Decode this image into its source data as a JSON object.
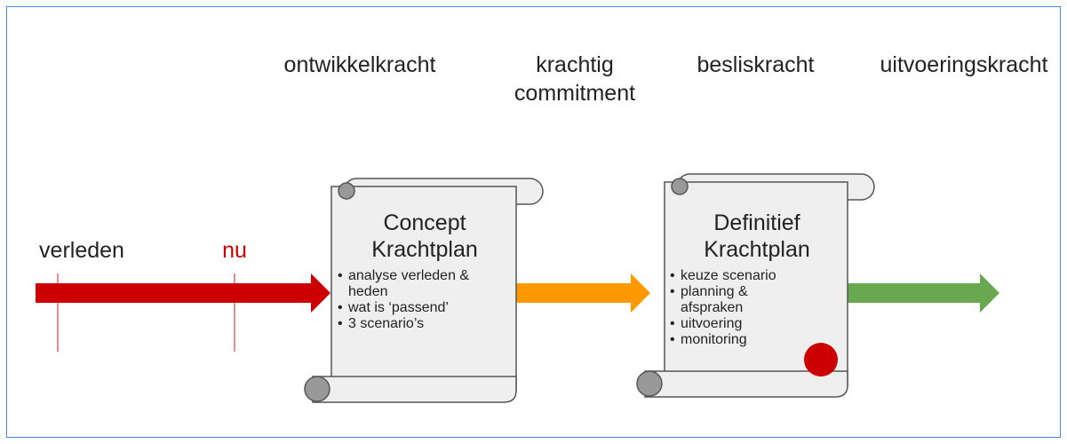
{
  "colors": {
    "frame": "#4a86e8",
    "past_arrow": "#cc0000",
    "mid_arrow": "#ff9900",
    "future_arrow": "#6aa84f",
    "marker_line": "#e06666",
    "scroll_fill": "#efefef",
    "scroll_stroke": "#555555",
    "scroll_curl": "#999999",
    "dot": "#cc0000"
  },
  "phases": {
    "development": "ontwikkelkracht",
    "commitment_line1": "krachtig",
    "commitment_line2": "commitment",
    "decision": "besliskracht",
    "execution": "uitvoeringskracht"
  },
  "timeline": {
    "past": "verleden",
    "now": "nu"
  },
  "concept": {
    "title_line1": "Concept",
    "title_line2": "Krachtplan",
    "items": [
      "analyse verleden & heden",
      "wat is ‘passend’",
      "3 scenario’s"
    ]
  },
  "definitive": {
    "title_line1": "Definitief",
    "title_line2": "Krachtplan",
    "items": [
      "keuze scenario",
      "planning & afspraken",
      "uitvoering",
      "monitoring"
    ]
  }
}
